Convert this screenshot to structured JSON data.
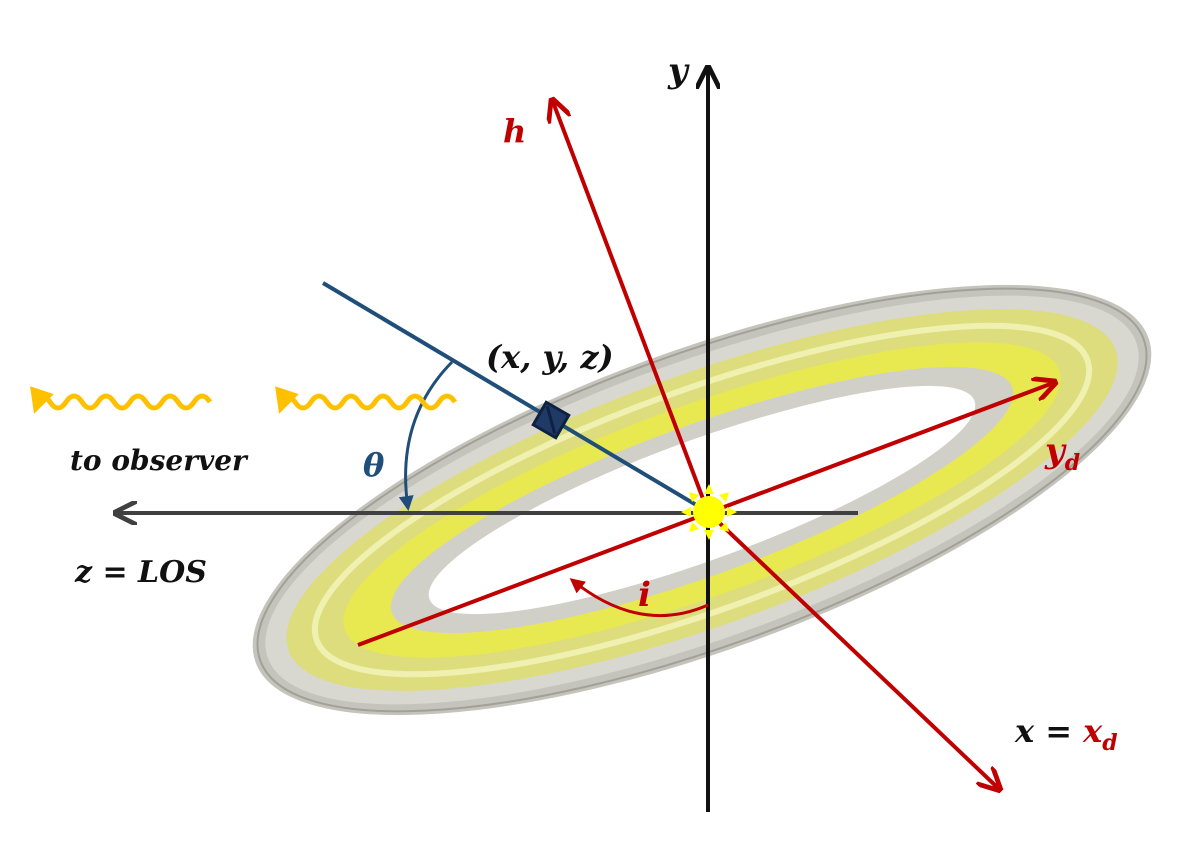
{
  "labels": {
    "y_axis": "y",
    "h_axis": "h",
    "point": "(x, y, z)",
    "theta": "θ",
    "to_observer": "to observer",
    "los": "z = LOS",
    "yd_main": "y",
    "yd_sub": "d",
    "x_eq": "x = ",
    "xd_main": "x",
    "xd_sub": "d",
    "inclination": "i"
  },
  "colors": {
    "red_axis": "#c00000",
    "black_axis": "#111111",
    "los_axis": "#404040",
    "blue_ray": "#1f4e79",
    "photon": "#ffc000",
    "star": "#ffff00",
    "torus_gray": "#c8c8c0",
    "torus_yellow": "#e6e640"
  }
}
